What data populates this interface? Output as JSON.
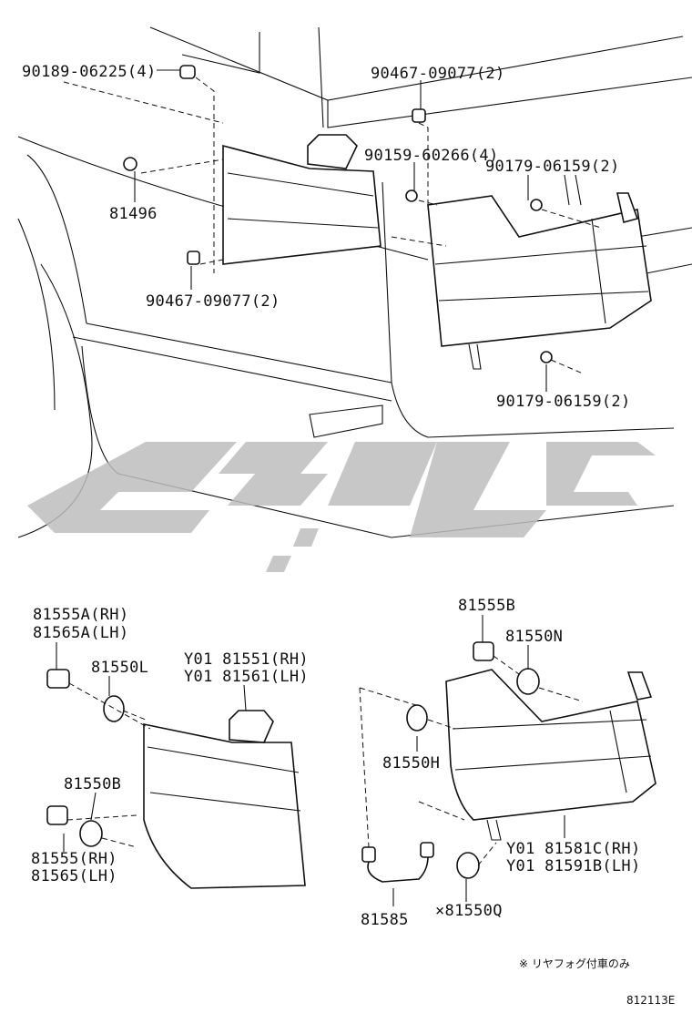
{
  "diagram": {
    "callouts": [
      {
        "id": "c1",
        "text": "90189-06225(4)"
      },
      {
        "id": "c2",
        "text": "90467-09077(2)"
      },
      {
        "id": "c3",
        "text": "90159-60266(4)"
      },
      {
        "id": "c4",
        "text": "90179-06159(2)"
      },
      {
        "id": "c5",
        "text": "81496"
      },
      {
        "id": "c6",
        "text": "90467-09077(2)"
      },
      {
        "id": "c7",
        "text": "90179-06159(2)"
      },
      {
        "id": "c8",
        "text": "81555A(RH)"
      },
      {
        "id": "c9",
        "text": "81565A(LH)"
      },
      {
        "id": "c10",
        "text": "81550L"
      },
      {
        "id": "c11",
        "text": "Y01 81551(RH)"
      },
      {
        "id": "c12",
        "text": "Y01 81561(LH)"
      },
      {
        "id": "c13",
        "text": "81550B"
      },
      {
        "id": "c14",
        "text": "81555(RH)"
      },
      {
        "id": "c15",
        "text": "81565(LH)"
      },
      {
        "id": "c16",
        "text": "81555B"
      },
      {
        "id": "c17",
        "text": "81550N"
      },
      {
        "id": "c18",
        "text": "81550H"
      },
      {
        "id": "c19",
        "text": "Y01 81581C(RH)"
      },
      {
        "id": "c20",
        "text": "Y01 81591B(LH)"
      },
      {
        "id": "c21",
        "text": "81585"
      },
      {
        "id": "c22",
        "text": "×81550Q"
      }
    ],
    "footnote": "※ リヤフォグ付車のみ",
    "figure_id": "812113E"
  }
}
